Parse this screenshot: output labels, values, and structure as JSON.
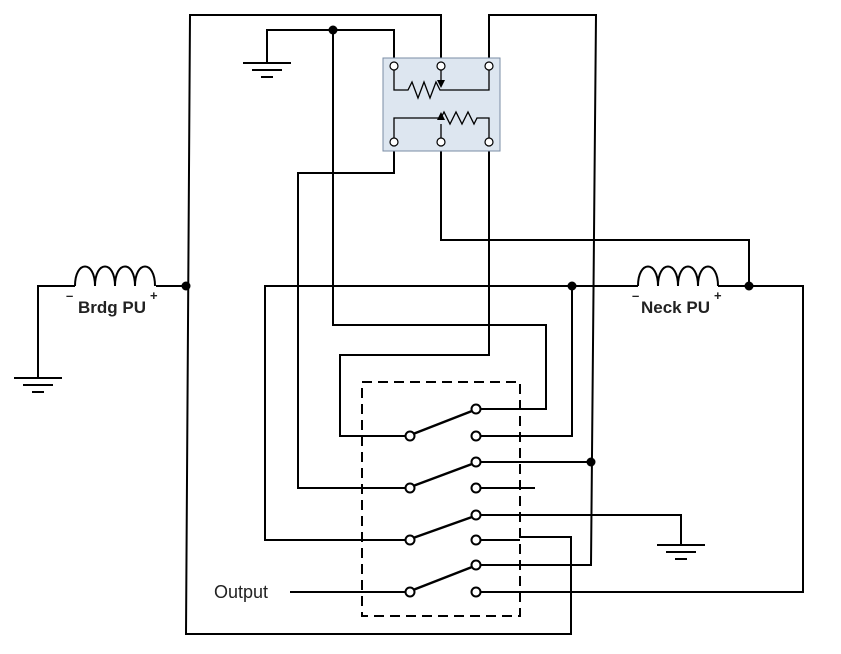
{
  "diagram": {
    "bridge_pickup": {
      "label": "Brdg PU",
      "minus": "–",
      "plus": "+"
    },
    "neck_pickup": {
      "label": "Neck PU",
      "minus": "–",
      "plus": "+"
    },
    "output_label": "Output",
    "components": {
      "potentiometer_block": "dual-potentiometer",
      "switch": "4-pole-double-throw-switch",
      "grounds": [
        "ground-icon",
        "ground-icon",
        "ground-icon"
      ]
    },
    "colors": {
      "wire": "#000000",
      "pot_fill": "#dde6f0",
      "pot_stroke": "#7a8ca5"
    }
  }
}
